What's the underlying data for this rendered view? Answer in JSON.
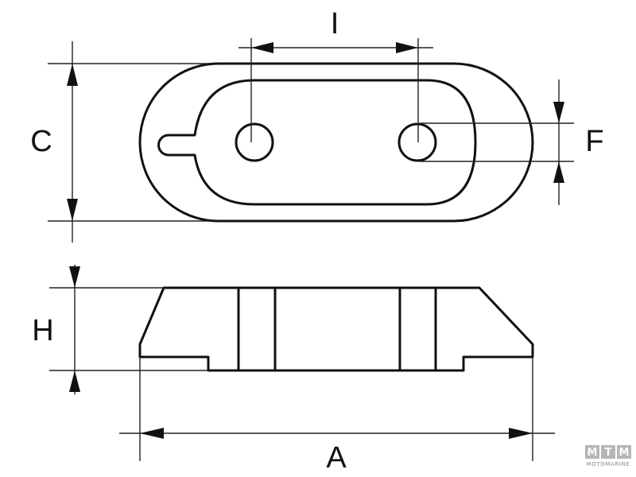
{
  "diagram": {
    "dimensions": {
      "I": "I",
      "C": "C",
      "F": "F",
      "H": "H",
      "A": "A"
    },
    "logo": {
      "letters": [
        "M",
        "T",
        "M"
      ],
      "text": "MOTOMARINE",
      "box_color": "#b5b5b5"
    }
  }
}
